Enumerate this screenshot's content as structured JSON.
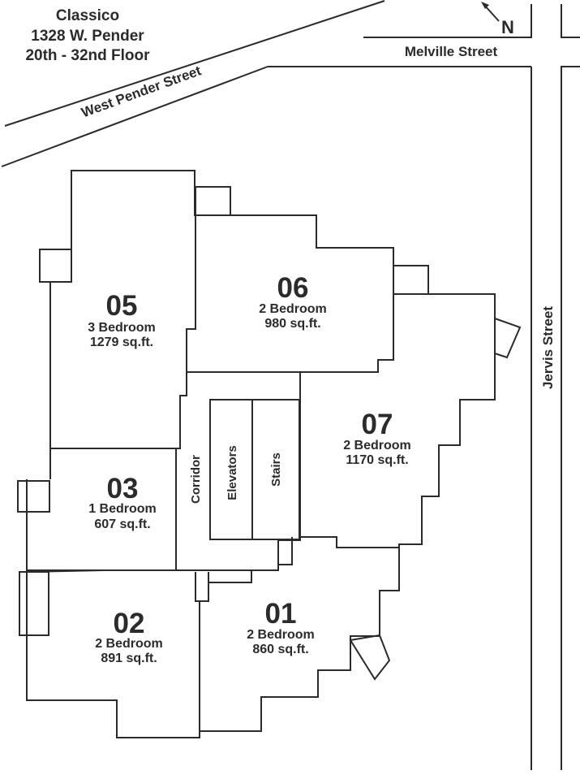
{
  "title": {
    "line1": "Classico",
    "line2": "1328 W. Pender",
    "line3": "20th - 32nd Floor"
  },
  "compass": {
    "letter": "N",
    "icon": "north-arrow-icon"
  },
  "streets": {
    "melville": "Melville Street",
    "west_pender": "West Pender Street",
    "jervis": "Jervis Street"
  },
  "rooms": {
    "corridor": "Corridor",
    "elevators": "Elevators",
    "stairs": "Stairs"
  },
  "units": [
    {
      "number": "05",
      "type": "3 Bedroom",
      "area": "1279 sq.ft."
    },
    {
      "number": "06",
      "type": "2 Bedroom",
      "area": "980 sq.ft."
    },
    {
      "number": "07",
      "type": "2 Bedroom",
      "area": "1170 sq.ft."
    },
    {
      "number": "03",
      "type": "1 Bedroom",
      "area": "607 sq.ft."
    },
    {
      "number": "02",
      "type": "2 Bedroom",
      "area": "891 sq.ft."
    },
    {
      "number": "01",
      "type": "2 Bedroom",
      "area": "860 sq.ft."
    }
  ]
}
